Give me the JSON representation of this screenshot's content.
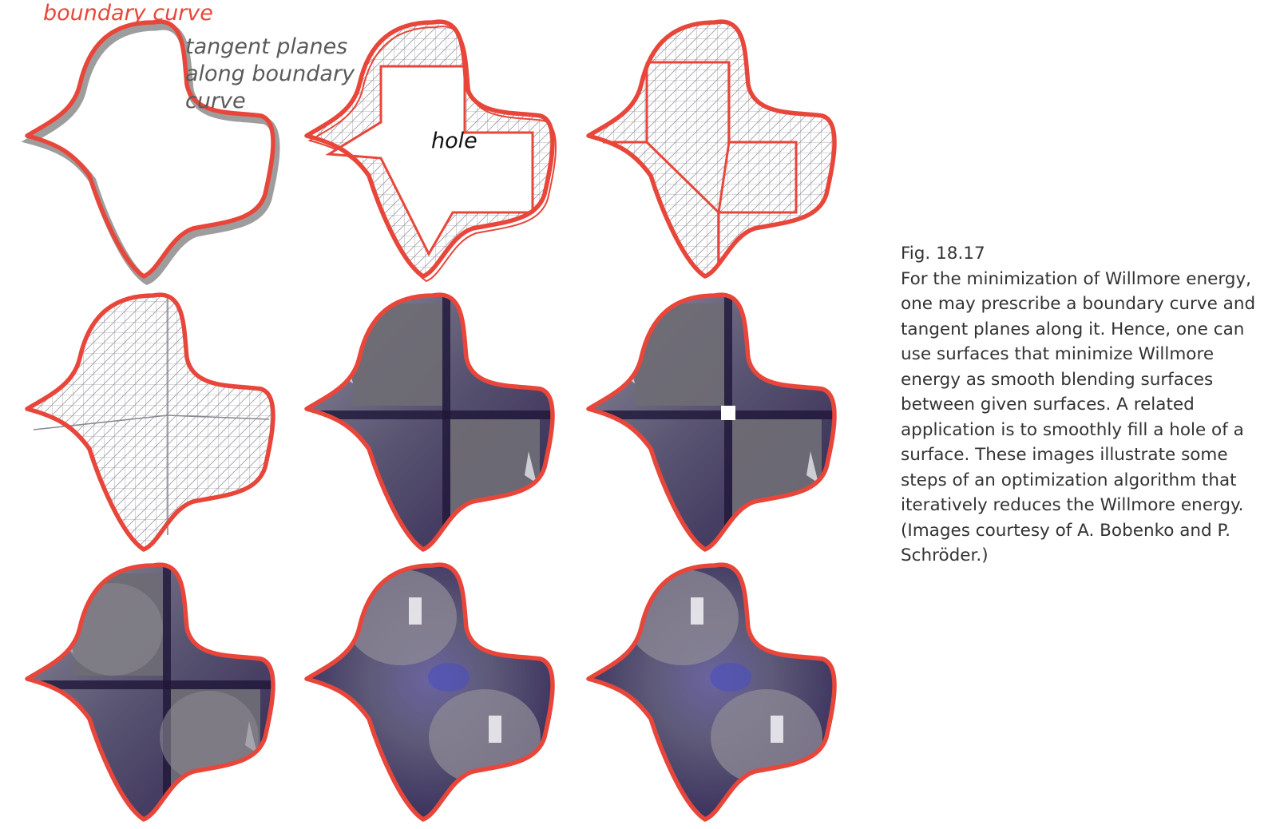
{
  "labels": {
    "boundary_curve": "boundary curve",
    "tangent_planes": "tangent planes\nalong boundary\ncurve",
    "hole": "hole"
  },
  "caption": {
    "number": "Fig. 18.17",
    "text": "For the minimization of Willmore energy, one may prescribe a boundary curve and tangent planes along it. Hence, one can use surfaces that minimize Willmore energy as smooth blending surfaces between given surfaces. A related application is to smoothly fill a hole of a surface. These images illustrate some steps of an optimization algorithm that iteratively reduces the Willmore energy. (Images courtesy of A. Bobenko and P. Schröder.)"
  },
  "panels": [
    {
      "row": 0,
      "col": 0,
      "style": "outline"
    },
    {
      "row": 0,
      "col": 1,
      "style": "hole-mesh"
    },
    {
      "row": 0,
      "col": 2,
      "style": "mesh-fill"
    },
    {
      "row": 1,
      "col": 0,
      "style": "wire-surface"
    },
    {
      "row": 1,
      "col": 1,
      "style": "shaded-sharp"
    },
    {
      "row": 1,
      "col": 2,
      "style": "shaded-highlight"
    },
    {
      "row": 2,
      "col": 0,
      "style": "shaded-smoothing"
    },
    {
      "row": 2,
      "col": 1,
      "style": "shaded-smooth"
    },
    {
      "row": 2,
      "col": 2,
      "style": "shaded-smooth"
    }
  ],
  "colors": {
    "boundary": "#e8463a",
    "tangent": "#8c8c8c",
    "mesh": "#9a9aa4",
    "shade_dark": "#3a2f5e",
    "shade_mid": "#6e6b80",
    "shade_light": "#bdbdc6"
  }
}
